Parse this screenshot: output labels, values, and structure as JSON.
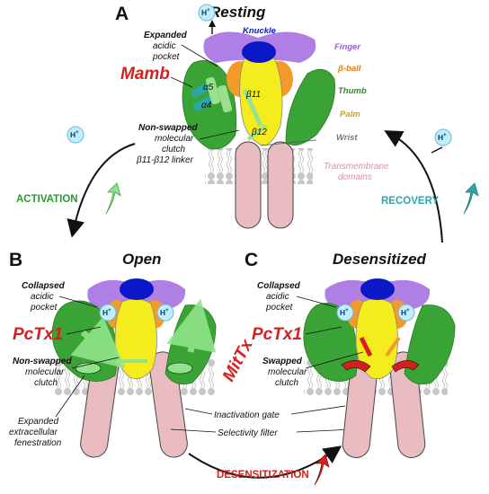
{
  "panels": {
    "A": {
      "letter": "A",
      "title": "Resting"
    },
    "B": {
      "letter": "B",
      "title": "Open"
    },
    "C": {
      "letter": "C",
      "title": "Desensitized"
    }
  },
  "domains": {
    "knuckle": "Knuckle",
    "finger": "Finger",
    "beta_ball": "β-ball",
    "thumb": "Thumb",
    "palm": "Palm",
    "wrist": "Wrist",
    "tm_line1": "Transmembrane",
    "tm_line2": "domains"
  },
  "resting_labels": {
    "pocket_line1": "Expanded",
    "pocket_line2": "acidic",
    "pocket_line3": "pocket",
    "clutch_line1": "Non-swapped",
    "clutch_line2": "molecular",
    "clutch_line3": "clutch",
    "clutch_line4": "β11-β12 linker",
    "alpha5": "α5",
    "alpha4": "α4",
    "beta11": "β11",
    "beta12": "β12"
  },
  "open_labels": {
    "pocket_line1": "Collapsed",
    "pocket_line2": "acidic",
    "pocket_line3": "pocket",
    "clutch_line1": "Non-swapped",
    "clutch_line2": "molecular",
    "clutch_line3": "clutch",
    "fen_line1": "Expanded",
    "fen_line2": "extracellular",
    "fen_line3": "fenestration"
  },
  "desens_labels": {
    "pocket_line1": "Collapsed",
    "pocket_line2": "acidic",
    "pocket_line3": "pocket",
    "clutch_line1": "Swapped",
    "clutch_line2": "molecular",
    "clutch_line3": "clutch"
  },
  "gates": {
    "inactivation": "Inactivation gate",
    "selectivity": "Selectivity filter"
  },
  "toxins": {
    "mamb": "Mamb",
    "pctx1_open": "PcTx1",
    "mittx": "MitTx",
    "pctx1_desens": "PcTx1"
  },
  "cycle": {
    "activation": "ACTIVATION",
    "recovery": "RECOVERY",
    "desensitization": "DESENSITIZATION",
    "proton": "H",
    "proton_sup": "+"
  },
  "colors": {
    "finger": "#b07fe6",
    "knuckle": "#0a18c8",
    "palm": "#f4ec1c",
    "beta_ball": "#f29a2a",
    "thumb": "#3aa335",
    "wrist": "#555555",
    "tm": "#e8bcc0",
    "activation": "#2a9a2a",
    "recovery": "#2aa7a9",
    "toxin": "#d42020",
    "proton_fill": "#bfeefc"
  }
}
